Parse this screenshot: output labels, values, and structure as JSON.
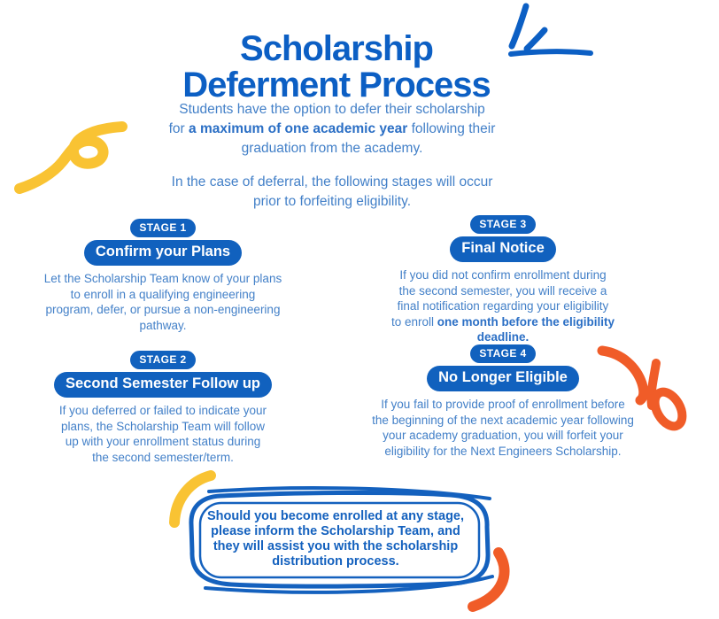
{
  "header": {
    "title": "Scholarship\nDeferment Process",
    "intro_p1_before": "Students have the option to defer their scholarship\nfor ",
    "intro_p1_bold": "a maximum of one academic year",
    "intro_p1_after": " following their\ngraduation from the academy.",
    "intro_p2": "In the case of deferral, the following stages will occur\nprior to forfeiting eligibility."
  },
  "stages": [
    {
      "badge": "STAGE 1",
      "title": "Confirm your Plans",
      "body": "Let the Scholarship Team know of your plans\nto enroll in a qualifying engineering\nprogram, defer, or pursue a non-engineering\npathway."
    },
    {
      "badge": "STAGE 2",
      "title": "Second Semester Follow up",
      "body": "If you deferred or failed to indicate your\nplans, the Scholarship Team will follow\nup with your enrollment status during\nthe second semester/term."
    },
    {
      "badge": "STAGE 3",
      "title": "Final Notice",
      "body_before": "If you did not confirm enrollment during\nthe second semester, you will receive a\nfinal notification regarding your eligibility\nto enroll ",
      "body_bold": "one month before the eligibility\ndeadline."
    },
    {
      "badge": "STAGE 4",
      "title": "No Longer Eligible",
      "body": "If you fail to provide proof of enrollment before\nthe beginning of the next academic year following\nyour academy graduation, you will forfeit your\neligibility for the Next Engineers Scholarship."
    }
  ],
  "callout": {
    "text": "Should you become enrolled at any stage,\nplease inform the Scholarship Team, and\nthey will assist you with the scholarship\ndistribution process."
  },
  "colors": {
    "title_blue": "#0C5FC4",
    "pill_blue": "#1161BE",
    "body_blue": "#4380C8",
    "bold_blue": "#2B6FC5",
    "callout_blue": "#1461BE",
    "accent_yellow": "#F9C333",
    "accent_orange": "#F05C28"
  }
}
